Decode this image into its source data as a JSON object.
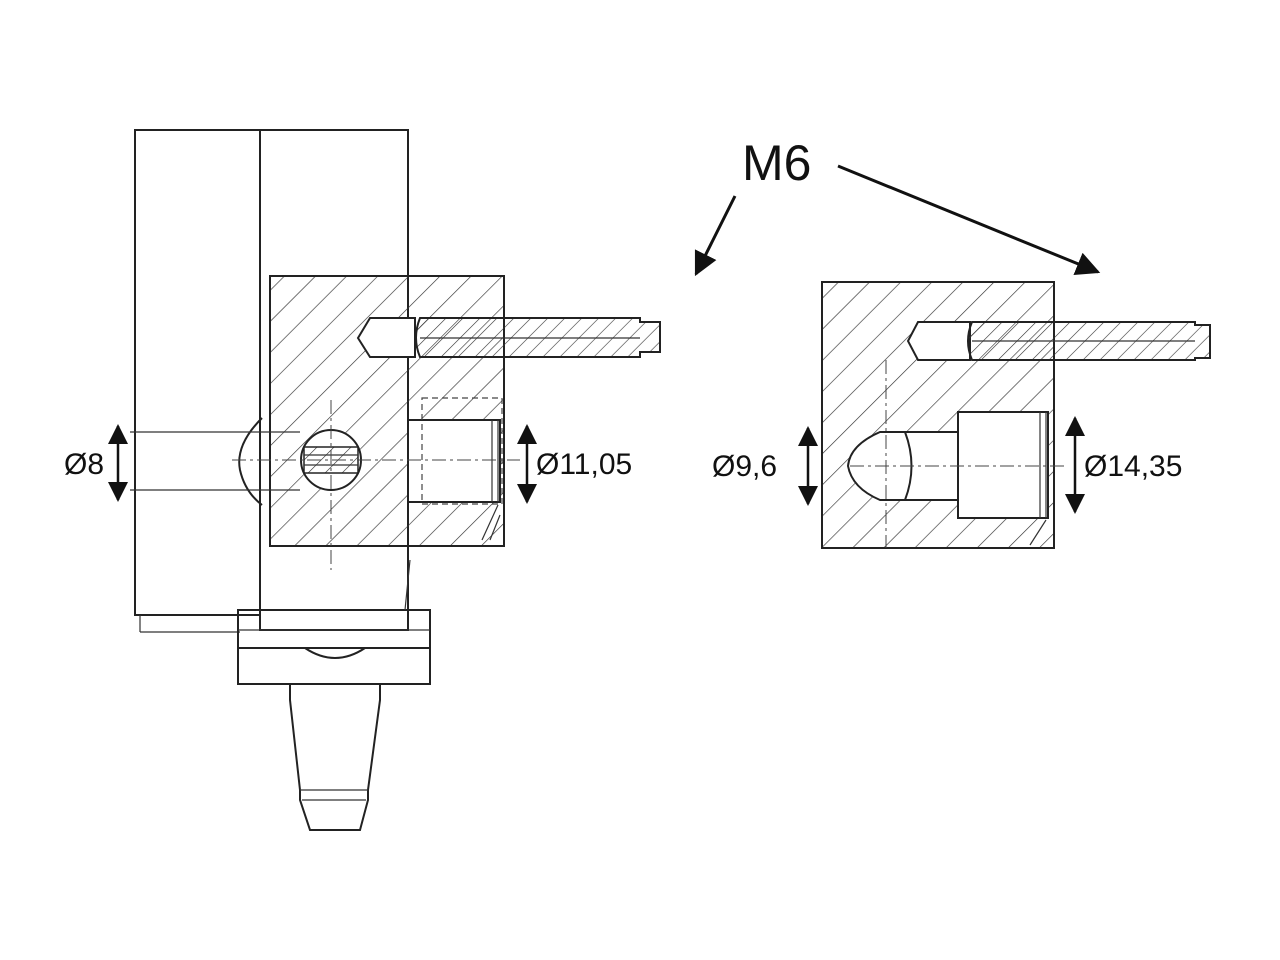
{
  "labels": {
    "thread": "M6",
    "left_small_diameter": "Ø8",
    "left_large_diameter": "Ø11,05",
    "right_small_diameter": "Ø9,6",
    "right_large_diameter": "Ø14,35"
  },
  "colors": {
    "line": "#222222",
    "background": "#ffffff"
  }
}
